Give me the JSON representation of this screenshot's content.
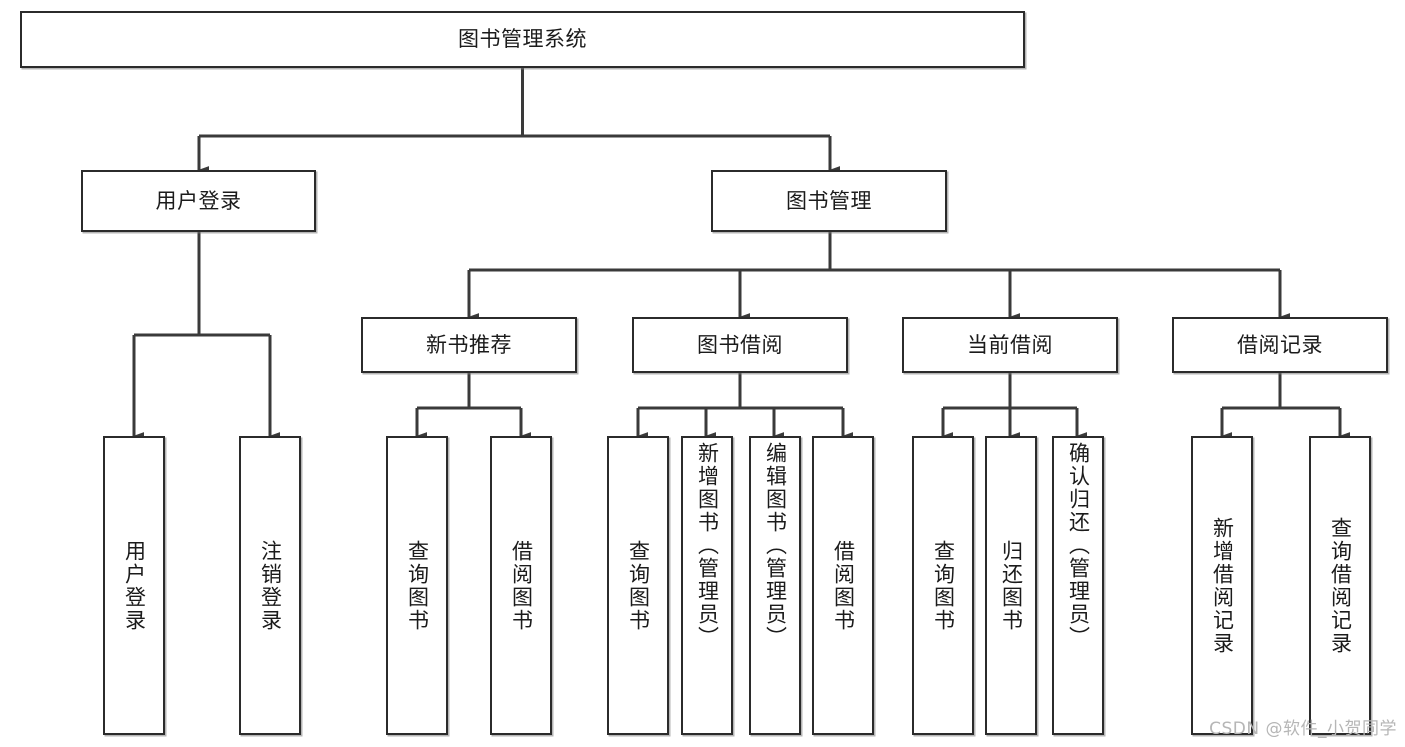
{
  "diagram": {
    "title": "图书管理系统",
    "type": "hierarchy-tree",
    "watermark": "CSDN @软件_小贺同学",
    "colors": {
      "box_border": "#2b2b2b",
      "box_fill": "#ffffff",
      "connector": "#3a3a3a",
      "text": "#1b1b1b",
      "watermark": "#b6b6b6"
    }
  },
  "nodes": {
    "root": {
      "label": "图书管理系统"
    },
    "level2": [
      {
        "id": "user-login",
        "label": "用户登录"
      },
      {
        "id": "book-management",
        "label": "图书管理"
      }
    ],
    "level3": [
      {
        "id": "new-book-recommend",
        "label": "新书推荐"
      },
      {
        "id": "book-borrow",
        "label": "图书借阅"
      },
      {
        "id": "current-borrow",
        "label": "当前借阅"
      },
      {
        "id": "borrow-record",
        "label": "借阅记录"
      }
    ],
    "leaves": {
      "user_login": [
        {
          "id": "leaf-user-login",
          "label": "用户登录"
        },
        {
          "id": "leaf-logout",
          "label": "注销登录"
        }
      ],
      "new_book_recommend": [
        {
          "id": "leaf-query-book-1",
          "label": "查询图书"
        },
        {
          "id": "leaf-borrow-book-1",
          "label": "借阅图书"
        }
      ],
      "book_borrow": [
        {
          "id": "leaf-query-book-2",
          "label": "查询图书"
        },
        {
          "id": "leaf-add-book",
          "label": "新增图书（管理员）"
        },
        {
          "id": "leaf-edit-book",
          "label": "编辑图书（管理员）"
        },
        {
          "id": "leaf-borrow-book-2",
          "label": "借阅图书"
        }
      ],
      "current_borrow": [
        {
          "id": "leaf-query-book-3",
          "label": "查询图书"
        },
        {
          "id": "leaf-return-book",
          "label": "归还图书"
        },
        {
          "id": "leaf-confirm-return",
          "label": "确认归还（管理员）"
        }
      ],
      "borrow_record": [
        {
          "id": "leaf-add-record",
          "label": "新增借阅记录"
        },
        {
          "id": "leaf-query-record",
          "label": "查询借阅记录"
        }
      ]
    }
  }
}
